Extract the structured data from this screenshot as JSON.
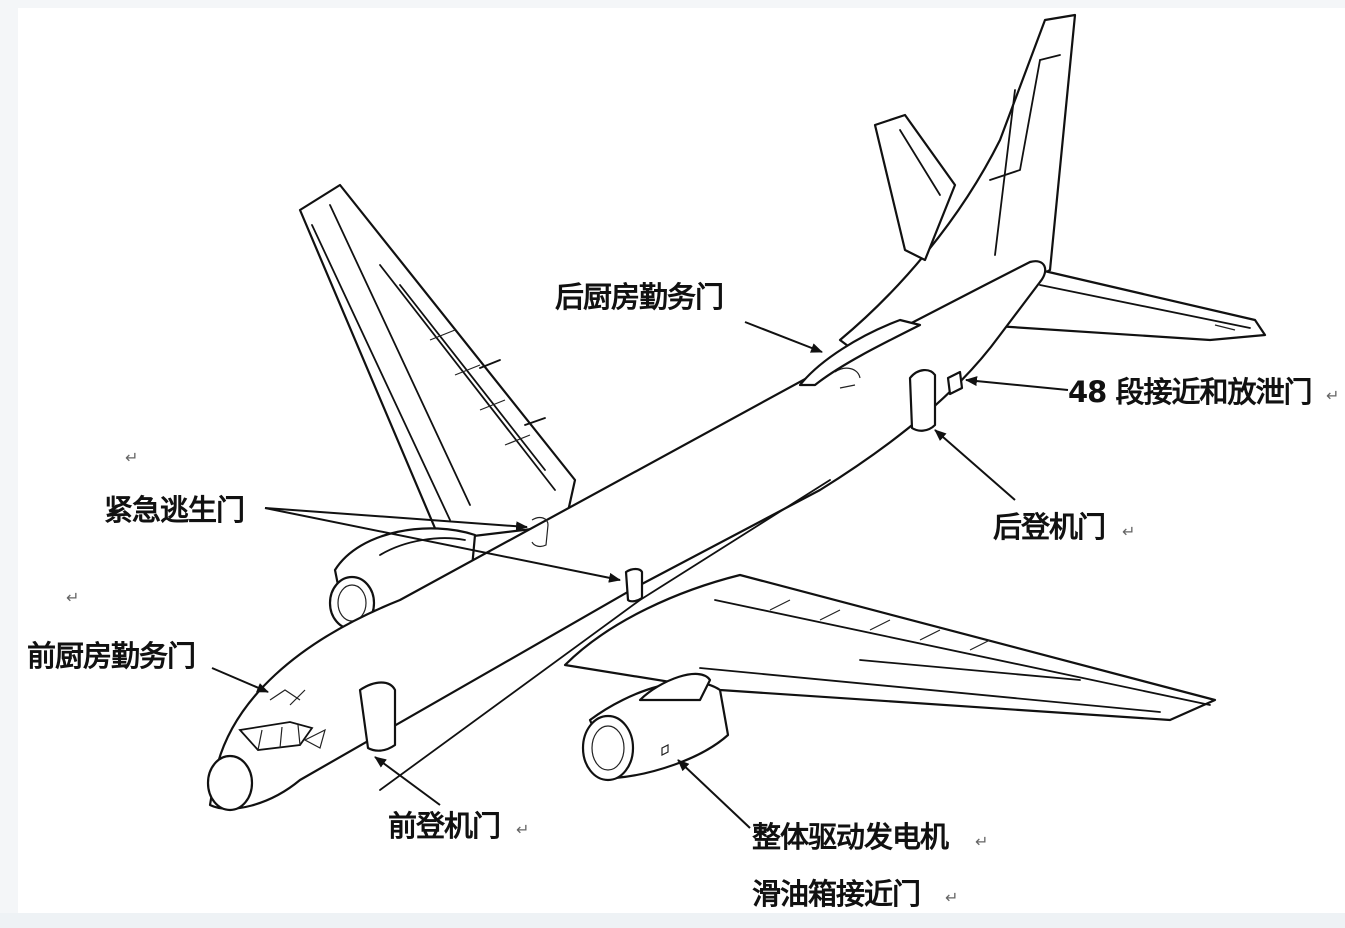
{
  "labels": {
    "aft_galley_door": "后厨房勤务门",
    "section48_door": "48 段接近和放泄门",
    "emergency_exit": "紧急逃生门",
    "aft_entry_door": "后登机门",
    "fwd_galley_door": "前厨房勤务门",
    "fwd_entry_door": "前登机门",
    "idg_line1": "整体驱动发电机",
    "idg_line2": "滑油箱接近门"
  },
  "marks": {
    "return": "↵"
  },
  "colors": {
    "outline": "#111111",
    "background": "#ffffff",
    "frame": "#f4f6f8"
  }
}
